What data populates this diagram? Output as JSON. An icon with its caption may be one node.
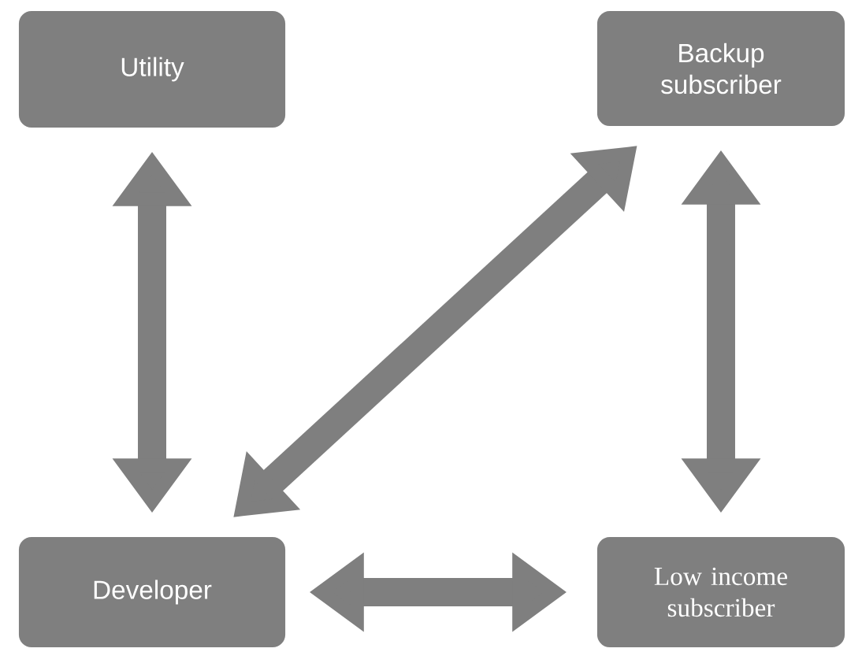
{
  "diagram": {
    "nodes": [
      {
        "text": [
          "Utility"
        ]
      },
      {
        "text": [
          "Backup subscriber"
        ]
      },
      {
        "text": [
          "Developer"
        ]
      },
      {
        "text": [
          "Low income subscriber"
        ]
      }
    ],
    "edges": [
      {
        "from": 0,
        "to": 2,
        "arrow": "both"
      },
      {
        "from": 2,
        "to": 1,
        "arrow": "both"
      },
      {
        "from": 1,
        "to": 3,
        "arrow": "both"
      },
      {
        "from": 2,
        "to": 3,
        "arrow": "both"
      }
    ]
  }
}
